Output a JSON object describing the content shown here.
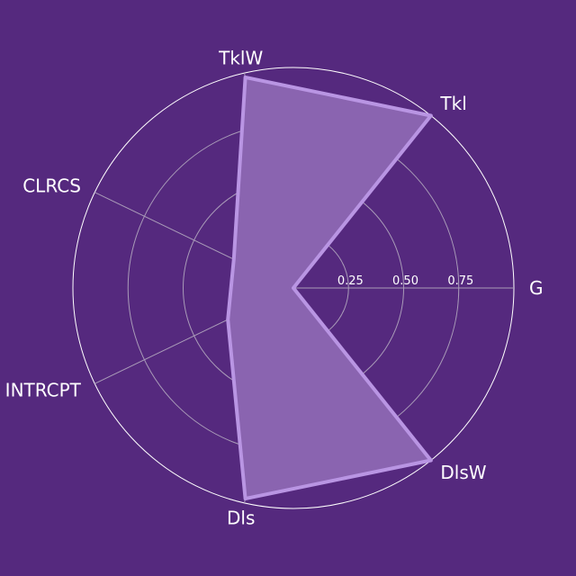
{
  "chart_data": {
    "type": "radar",
    "title": "",
    "categories": [
      "G",
      "Tkl",
      "TklW",
      "CLRCS",
      "INTRCPT",
      "Dls",
      "DlsW"
    ],
    "series": [
      {
        "values": [
          0.0,
          1.0,
          0.98,
          0.3,
          0.33,
          0.98,
          1.0
        ]
      }
    ],
    "rlim": [
      0,
      1
    ],
    "r_ticks": [
      0.25,
      0.5,
      0.75
    ],
    "r_tick_labels": [
      "0.25",
      "0.50",
      "0.75"
    ],
    "grid": true,
    "colors": {
      "background": "#55297e",
      "fill": "#8a64b0",
      "line": "#b995e3",
      "grid": "#a99bb8",
      "outer_ring": "#ffffff",
      "text": "#ffffff"
    }
  }
}
